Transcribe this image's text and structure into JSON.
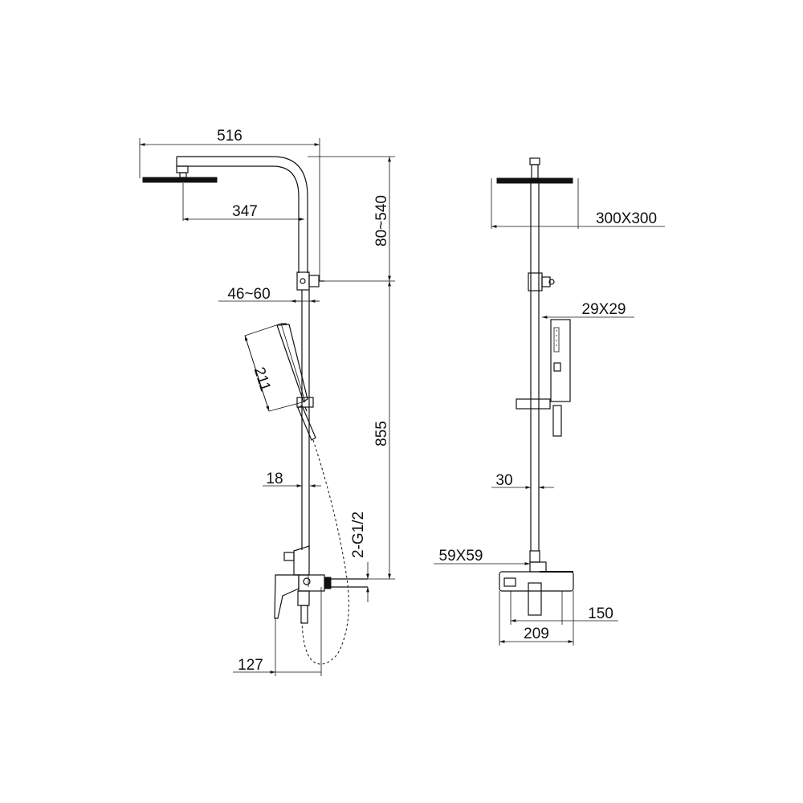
{
  "dimensions": {
    "overall_width": "516",
    "arm_length": "347",
    "head_height_range": "80~540",
    "bracket_range": "46~60",
    "handshower_length": "211",
    "bar_height": "855",
    "hose_offset": "18",
    "inlets": "2-G1/2",
    "mixer_depth": "127",
    "head_size": "300X300",
    "handle_size": "29X29",
    "bar_diameter": "30",
    "mixer_base": "59X59",
    "mixer_height": "150",
    "mixer_width": "209"
  }
}
